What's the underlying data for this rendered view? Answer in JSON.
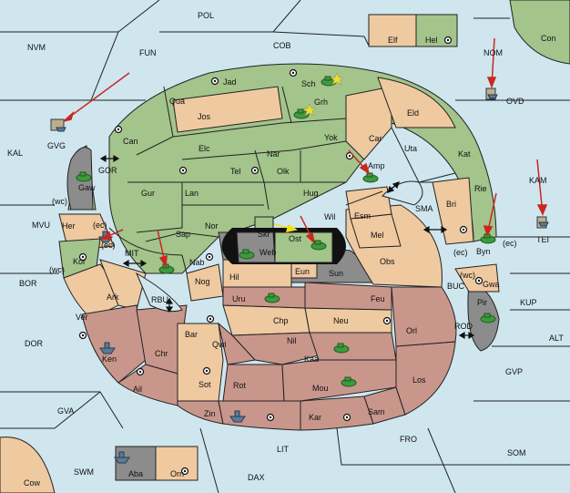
{
  "map": {
    "sea_color": "#cfe6ef",
    "owner_colors": {
      "green": "#a3c48b",
      "tan": "#efc9a0",
      "red": "#c9968c",
      "grey": "#8c8c8c"
    },
    "unit_colors": {
      "green": "#3d9a3d",
      "blue": "#5a7a9a"
    },
    "order_colors": {
      "move": "#c8281e",
      "support": "#f0e020"
    },
    "sea_labels": [
      "POL",
      "NVM",
      "FUN",
      "COB",
      "NOM",
      "Con",
      "OVD",
      "KAL",
      "GVG",
      "GOR",
      "KAM",
      "SMA",
      "MVU",
      "MIT",
      "TEI",
      "BOR",
      "RBU",
      "BUC",
      "KUP",
      "DOR",
      "ROD",
      "ALT",
      "GVP",
      "GVA",
      "FRO",
      "LIT",
      "SOM",
      "SWM",
      "DAX",
      "Cow"
    ],
    "land_labels": [
      "Elf",
      "Hel",
      "Jad",
      "Sch",
      "Qua",
      "Grh",
      "Jos",
      "Eld",
      "Can",
      "Yok",
      "Car",
      "Elc",
      "Nar",
      "Uta",
      "Tel",
      "Olk",
      "Amp",
      "Kat",
      "Gaw",
      "Gur",
      "Lan",
      "Hug",
      "Rie",
      "Bri",
      "Her",
      "Nor",
      "Wil",
      "Esm",
      "Skr",
      "Sap",
      "Ost",
      "Mel",
      "Web",
      "Byn",
      "Kor",
      "Nab",
      "Eun",
      "Obs",
      "Sun",
      "Hil",
      "Gwa",
      "Ark",
      "Nog",
      "Uru",
      "Feu",
      "Pir",
      "Chp",
      "Neu",
      "Ver",
      "Bar",
      "Qwi",
      "Nil",
      "Orl",
      "Ken",
      "Chr",
      "Kaa",
      "Ail",
      "Sot",
      "Rot",
      "Mou",
      "Los",
      "Zin",
      "Kar",
      "Sam",
      "Aba",
      "Orn"
    ],
    "coast_labels": [
      "(wc)",
      "(ec)",
      "(ec)",
      "(wc)",
      "(ec)",
      "(wc)",
      "(ec)"
    ]
  }
}
